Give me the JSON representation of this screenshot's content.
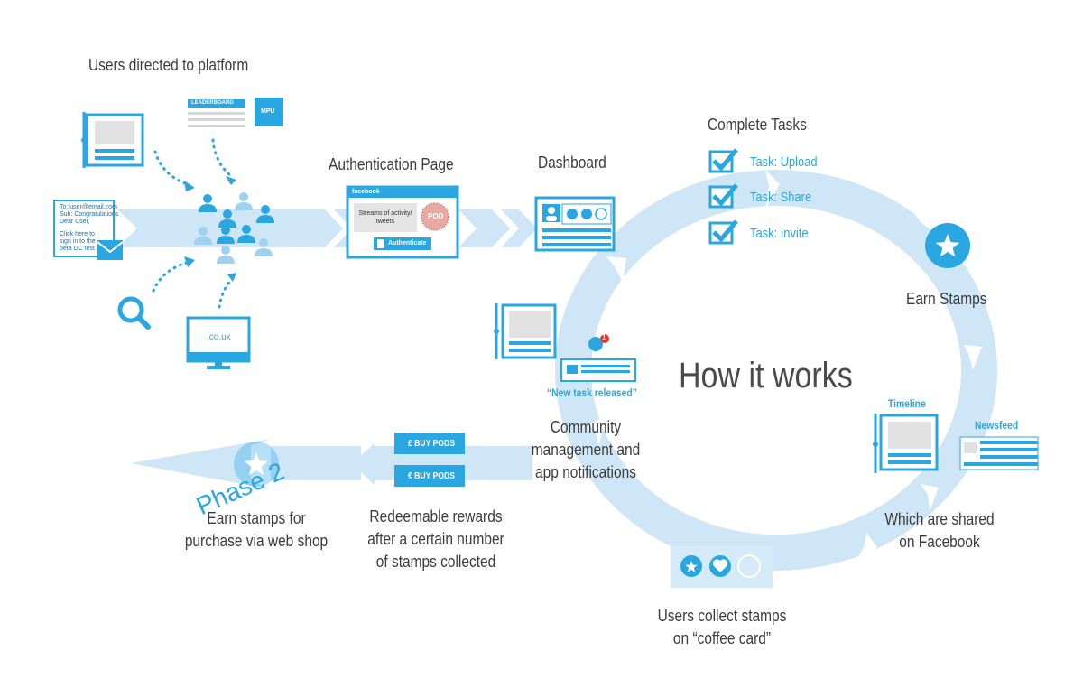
{
  "title": "How it works",
  "step_users": "Users directed to platform",
  "ad_leaderboard": "LEADERBOARD",
  "ad_mpu": "MPU",
  "site_domain": ".co.uk",
  "email": {
    "to": "To: user@email.com",
    "subject": "Sub: Congratulations",
    "greeting": "Dear User,",
    "body": "Click here to sign in to the beta DC test"
  },
  "auth": {
    "label": "Authentication Page",
    "header": "facebook",
    "streams": "Streams of activity/ tweets",
    "badge": "POD",
    "button": "Authenticate"
  },
  "dashboard_label": "Dashboard",
  "tasks": {
    "heading": "Complete Tasks",
    "items": [
      "Task: Upload",
      "Task: Share",
      "Task: Invite"
    ]
  },
  "earn_stamps": "Earn Stamps",
  "timeline": "Timeline",
  "newsfeed": "Newsfeed",
  "shared": [
    "Which are shared",
    "on Facebook"
  ],
  "collect": [
    "Users collect stamps",
    "on “coffee card”"
  ],
  "notify": {
    "quote": "“New task released”",
    "count": "1",
    "label": [
      "Community",
      "management and",
      "app notifications"
    ]
  },
  "rewards": {
    "buy_gbp": "£ BUY PODS",
    "buy_eur": "€ BUY PODS",
    "label": [
      "Redeemable rewards",
      "after a certain number",
      "of stamps collected"
    ]
  },
  "phase2": {
    "tag": "Phase 2",
    "label": [
      "Earn stamps for",
      "purchase via web shop"
    ]
  },
  "colors": {
    "accent": "#2aa6e1",
    "arrow": "#cfe6f7",
    "text": "#3a3a3a"
  }
}
